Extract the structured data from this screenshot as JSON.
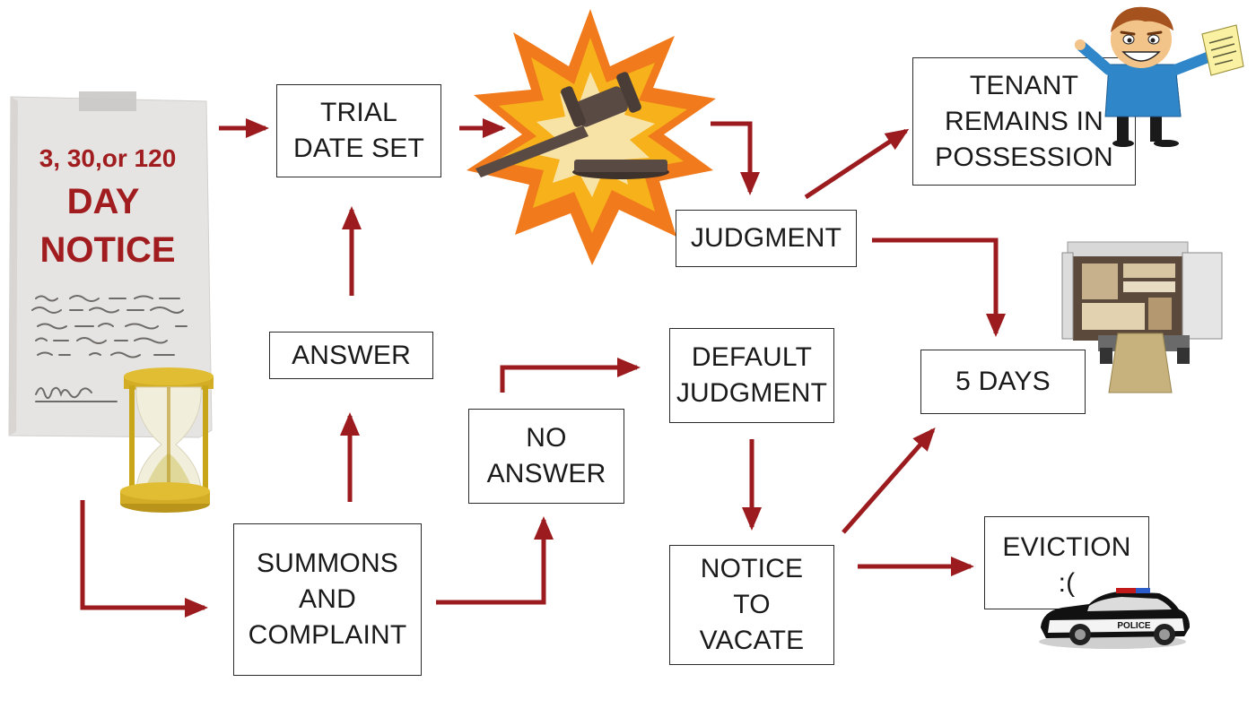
{
  "notice": {
    "line1": "3, 30,or 120",
    "line2": "DAY",
    "line3": "NOTICE"
  },
  "boxes": {
    "trial_date_set": [
      "TRIAL",
      "DATE SET"
    ],
    "answer": [
      "ANSWER"
    ],
    "summons": [
      "SUMMONS",
      "AND",
      "COMPLAINT"
    ],
    "no_answer": [
      "NO",
      "ANSWER"
    ],
    "judgment": [
      "JUDGMENT"
    ],
    "default_judgment": [
      "DEFAULT",
      "JUDGMENT"
    ],
    "notice_to_vacate": [
      "NOTICE",
      "TO",
      "VACATE"
    ],
    "tenant_remains": [
      "TENANT",
      "REMAINS IN",
      "POSSESSION"
    ],
    "five_days": [
      "5 DAYS"
    ],
    "eviction": [
      "EVICTION",
      ":("
    ]
  },
  "police_label": "POLICE",
  "colors": {
    "arrow": "#9b1b1e",
    "notice_text": "#a01c1e",
    "paper": "#e6e4e2",
    "explosion_outer": "#f07a1c",
    "explosion_inner": "#f7b21b",
    "gavel": "#5a4a44",
    "hourglass_gold": "#c9a51a",
    "person_shirt": "#2f86c9"
  },
  "icons": [
    "gavel-icon",
    "explosion-icon",
    "hourglass-icon",
    "moving-truck-icon",
    "police-car-icon",
    "happy-tenant-icon",
    "notice-paper-icon"
  ]
}
